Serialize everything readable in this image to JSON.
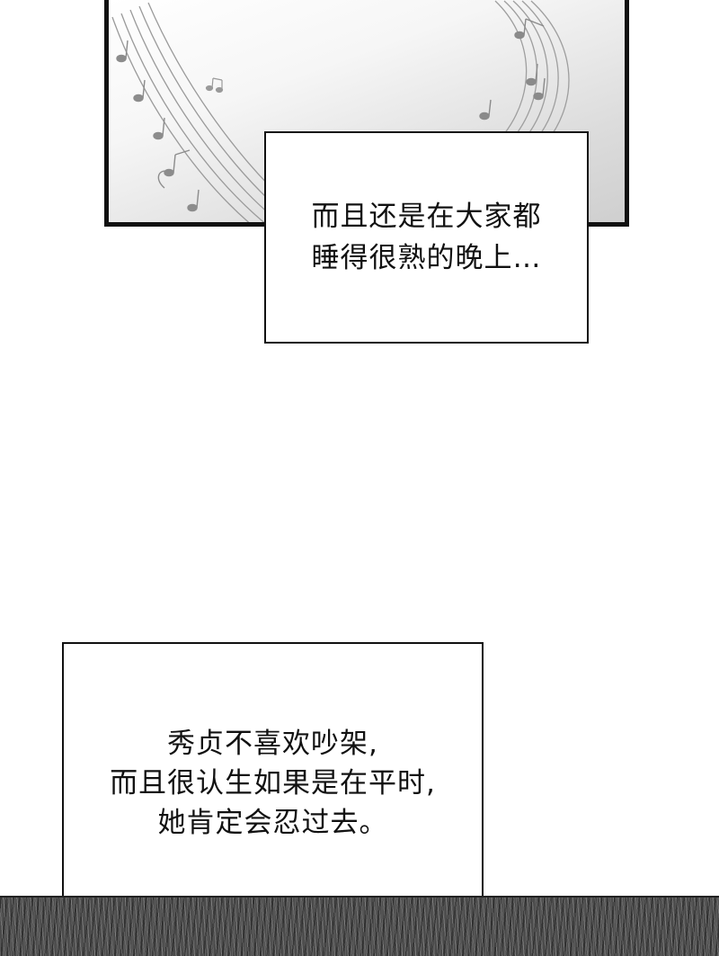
{
  "captions": [
    {
      "lines": [
        "而且还是在大家都",
        "睡得很熟的晚上…"
      ]
    },
    {
      "lines": [
        "秀贞不喜欢吵架,",
        "而且很认生如果是在平时,",
        "她肯定会忍过去。"
      ]
    }
  ],
  "colors": {
    "ink": "#111111",
    "paper": "#ffffff",
    "band": "#4a4a4a"
  }
}
